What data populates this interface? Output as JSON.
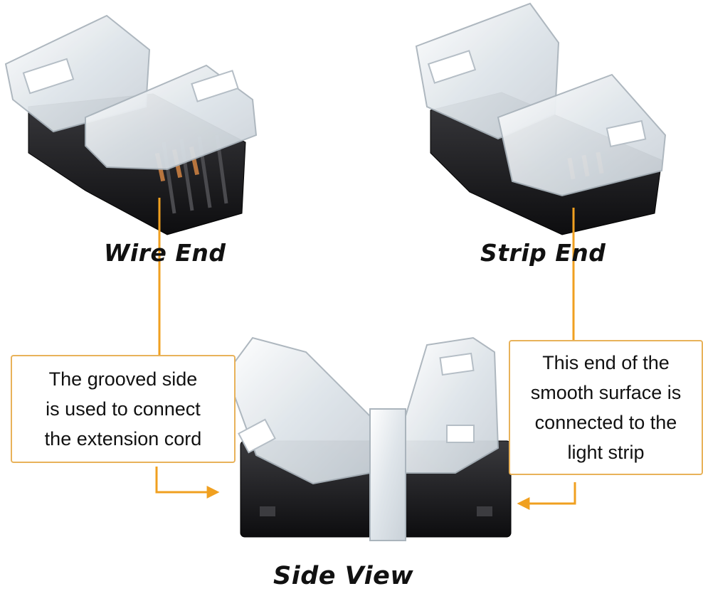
{
  "headings": {
    "wire_end": "Wire End",
    "strip_end": "Strip End",
    "side_view": "Side View"
  },
  "callouts": {
    "left": [
      "The grooved side",
      "is used to connect",
      "the extension cord"
    ],
    "right": [
      "This end of the",
      "smooth surface is",
      "connected to the",
      "light strip"
    ]
  },
  "colors": {
    "leader": "#f0a020",
    "callout_border": "#e8b25a",
    "housing": "#1b1b1d",
    "clip": "#e9edf0",
    "pins": "#b8753e"
  },
  "icons": {
    "connector": "led-strip-connector-icon",
    "arrow": "arrow-right-icon"
  }
}
